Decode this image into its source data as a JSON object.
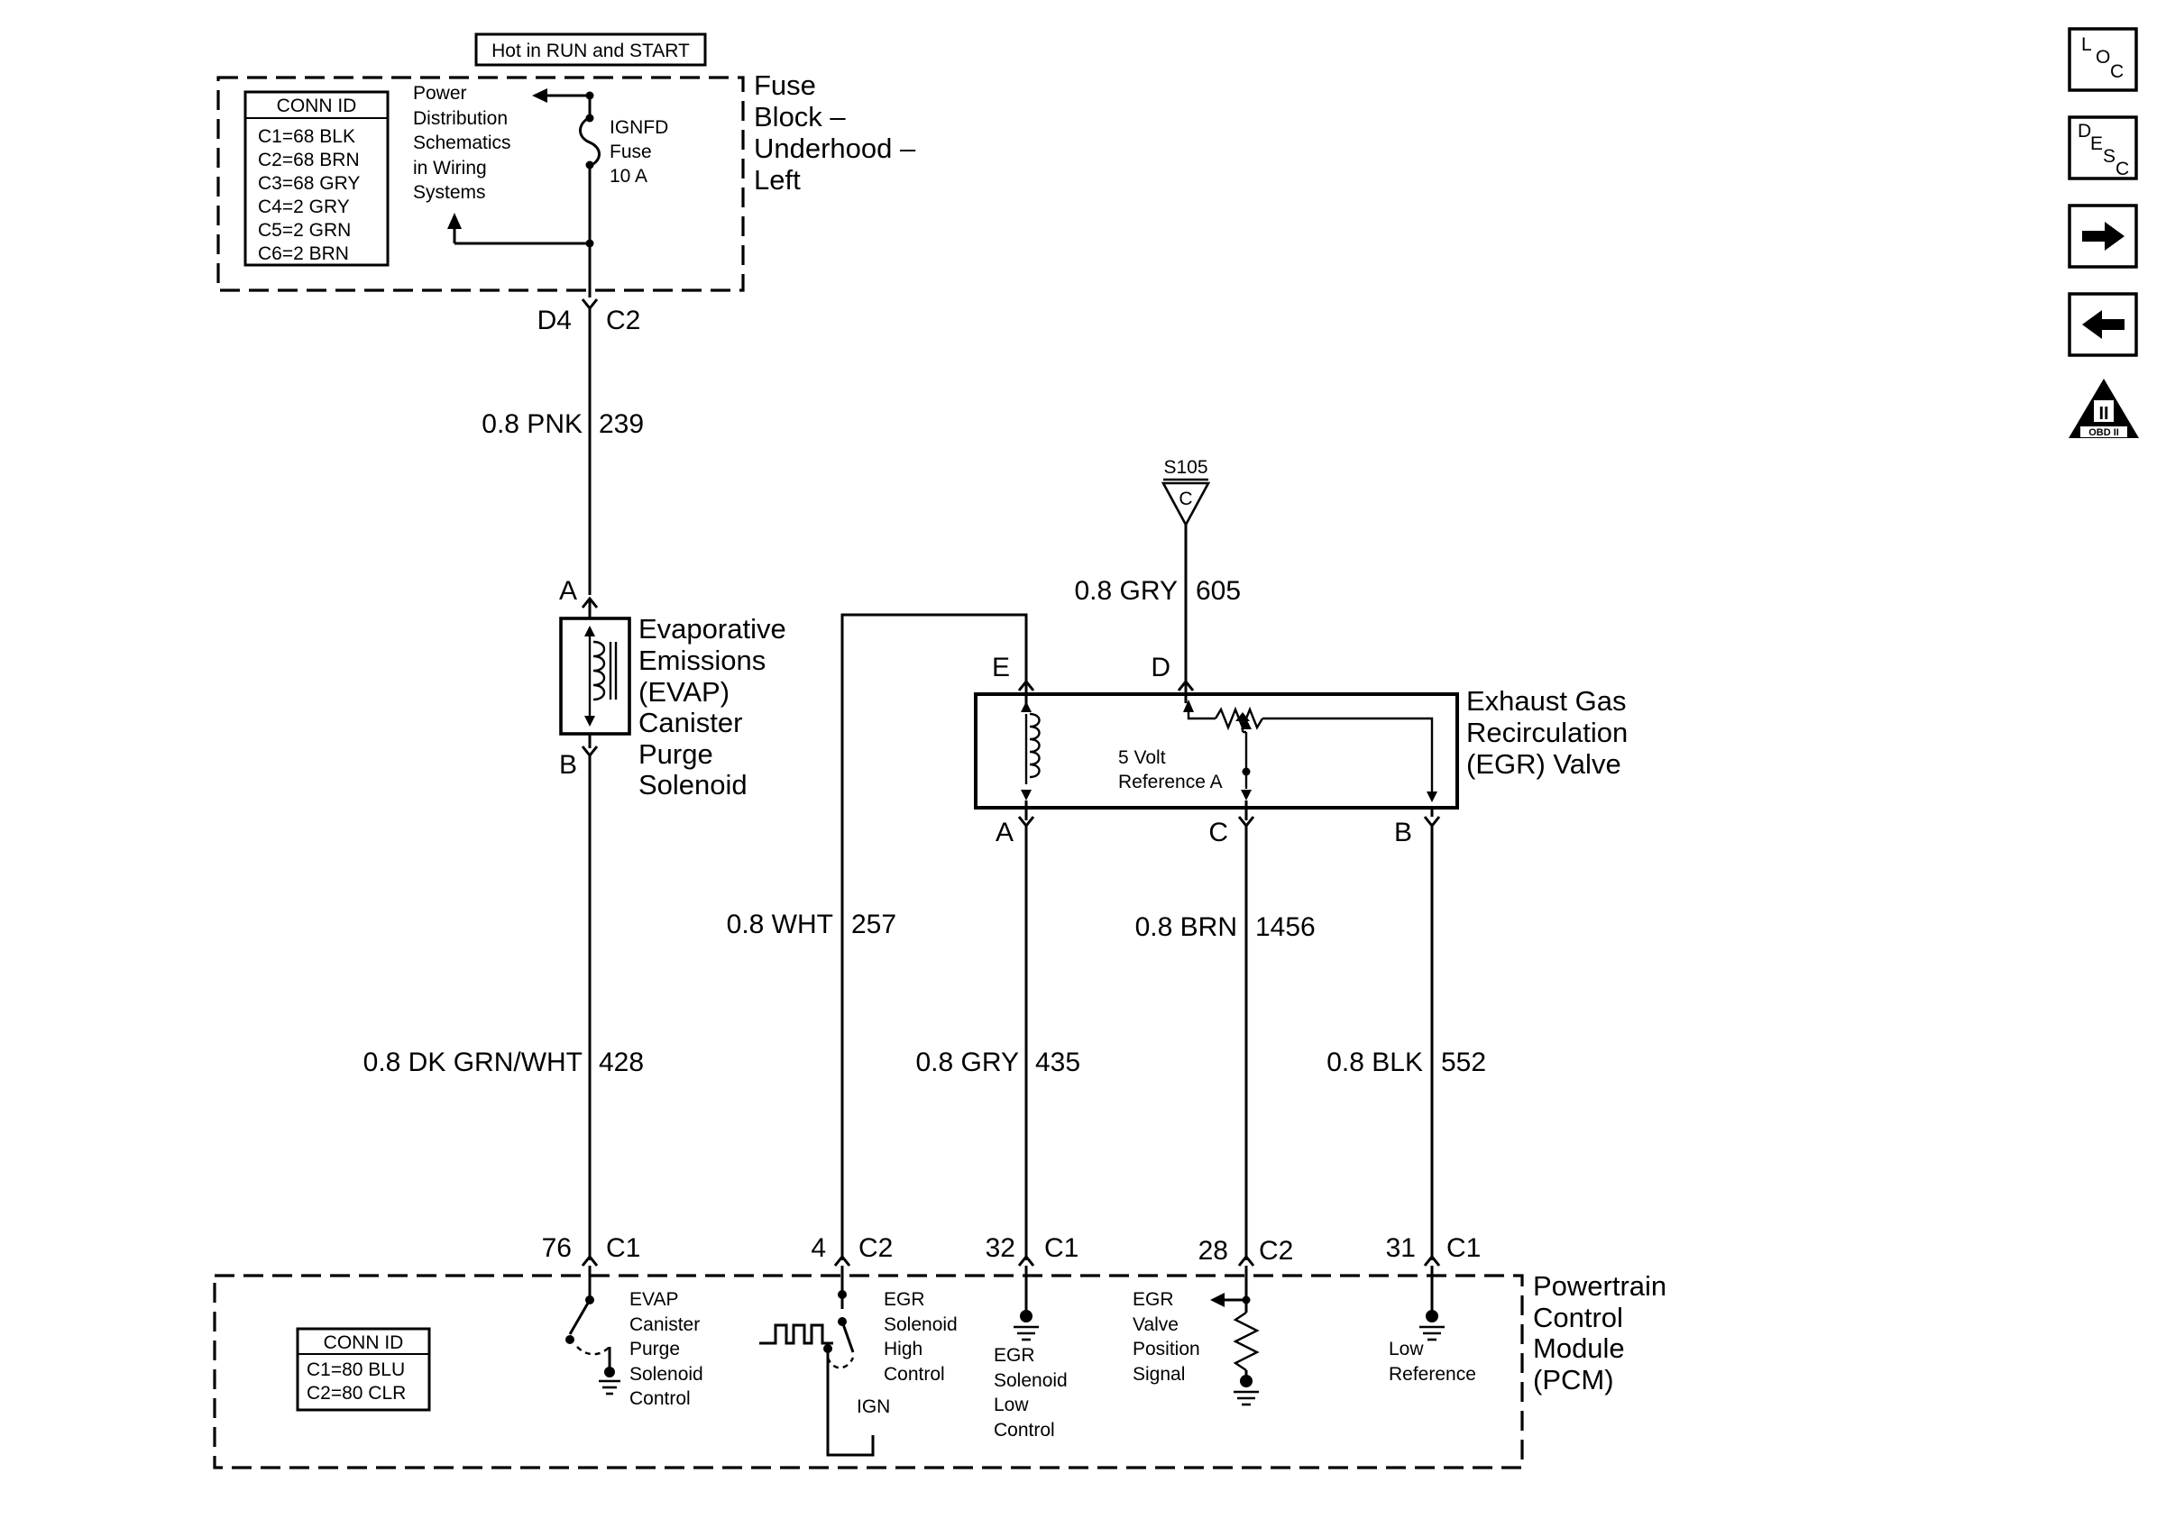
{
  "header_label": "Hot in RUN and START",
  "fuse_block": {
    "title": [
      "Fuse",
      "Block –",
      "Underhood –",
      "Left"
    ],
    "conn_id_title": "CONN ID",
    "conn_ids": [
      "C1=68 BLK",
      "C2=68 BRN",
      "C3=68 GRY",
      "C4=2 GRY",
      "C5=2 GRN",
      "C6=2 BRN"
    ],
    "power_dist": [
      "Power",
      "Distribution",
      "Schematics",
      "in Wiring",
      "Systems"
    ],
    "fuse": [
      "IGNFD",
      "Fuse",
      "10 A"
    ],
    "pin": "D4",
    "connector": "C2"
  },
  "wires": {
    "w239": {
      "gauge_color": "0.8 PNK",
      "circuit": "239"
    },
    "w605": {
      "gauge_color": "0.8 GRY",
      "circuit": "605"
    },
    "w257": {
      "gauge_color": "0.8 WHT",
      "circuit": "257"
    },
    "w1456": {
      "gauge_color": "0.8 BRN",
      "circuit": "1456"
    },
    "w428": {
      "gauge_color": "0.8 DK GRN/WHT",
      "circuit": "428"
    },
    "w435": {
      "gauge_color": "0.8 GRY",
      "circuit": "435"
    },
    "w552": {
      "gauge_color": "0.8 BLK",
      "circuit": "552"
    }
  },
  "splice": {
    "id": "S105",
    "letter": "C"
  },
  "evap": {
    "title": [
      "Evaporative",
      "Emissions",
      "(EVAP)",
      "Canister",
      "Purge",
      "Solenoid"
    ],
    "pin_top": "A",
    "pin_bottom": "B"
  },
  "egr": {
    "title": [
      "Exhaust Gas",
      "Recirculation",
      "(EGR) Valve"
    ],
    "ref_label": [
      "5 Volt",
      "Reference A"
    ],
    "pins": {
      "E": "E",
      "D": "D",
      "A": "A",
      "C": "C",
      "B": "B"
    }
  },
  "pcm": {
    "title": [
      "Powertrain",
      "Control",
      "Module",
      "(PCM)"
    ],
    "conn_id_title": "CONN ID",
    "conn_ids": [
      "C1=80 BLU",
      "C2=80 CLR"
    ],
    "pins": [
      {
        "pin": "76",
        "connector": "C1"
      },
      {
        "pin": "4",
        "connector": "C2"
      },
      {
        "pin": "32",
        "connector": "C1"
      },
      {
        "pin": "28",
        "connector": "C2"
      },
      {
        "pin": "31",
        "connector": "C1"
      }
    ],
    "evap_control": [
      "EVAP",
      "Canister",
      "Purge",
      "Solenoid",
      "Control"
    ],
    "egr_high": [
      "EGR",
      "Solenoid",
      "High",
      "Control"
    ],
    "ign": "IGN",
    "egr_low": [
      "EGR",
      "Solenoid",
      "Low",
      "Control"
    ],
    "egr_pos": [
      "EGR",
      "Valve",
      "Position",
      "Signal"
    ],
    "low_ref": [
      "Low",
      "Reference"
    ]
  },
  "nav": {
    "loc": [
      "L",
      "O",
      "C"
    ],
    "desc": [
      "D",
      "E",
      "S",
      "C"
    ],
    "obd_numeral": "II",
    "obd_text": "OBD II"
  }
}
